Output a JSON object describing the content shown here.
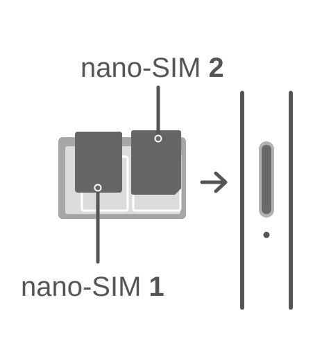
{
  "labels": {
    "sim2": {
      "text": "nano-SIM ",
      "number": "2"
    },
    "sim1": {
      "text": "nano-SIM ",
      "number": "1"
    }
  },
  "colors": {
    "card": "#666666",
    "tray": "#a6a6a6",
    "tray_inner": "#ffffff",
    "line": "#555555",
    "slot_fill": "#6a6a6a",
    "slot_outline": "#b3b3b3"
  },
  "icons": {
    "arrow": "right-arrow-icon"
  }
}
